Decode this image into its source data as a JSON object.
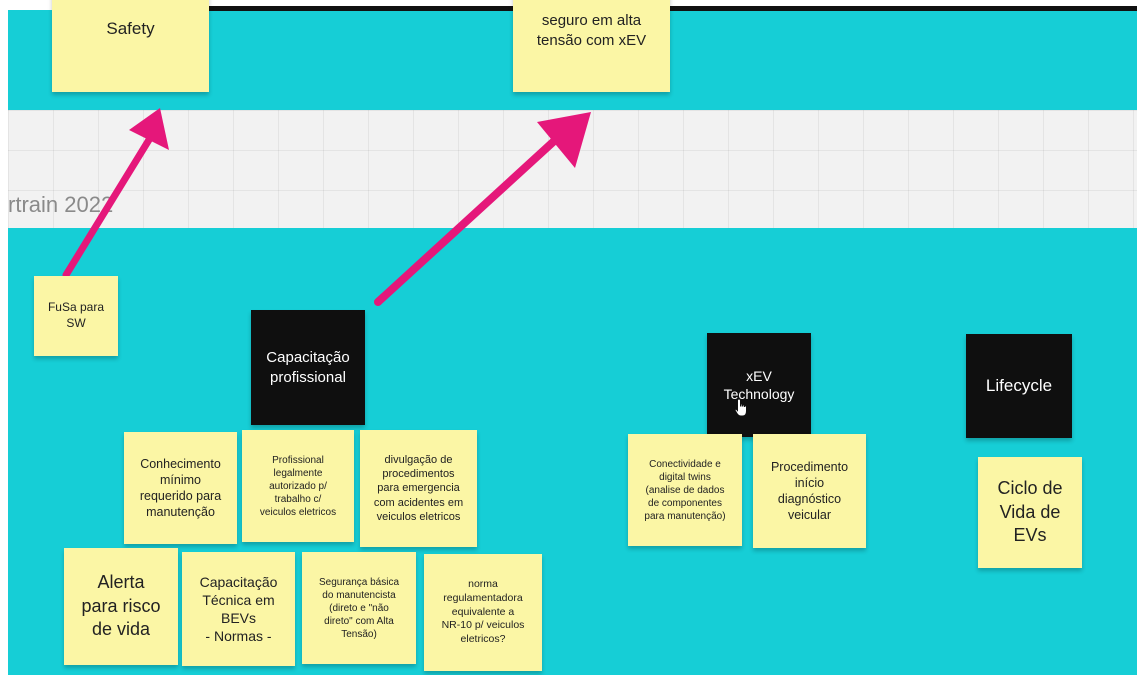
{
  "board": {
    "section_label": "rtrain 2022"
  },
  "notes_top": {
    "safety": "Safety",
    "seguro": "seguro em alta\ntensão com xEV"
  },
  "notes": {
    "fusa": "FuSa para\nSW",
    "capacitacao_profissional": "Capacitação\nprofissional",
    "xev_technology": "xEV\nTechnology",
    "lifecycle": "Lifecycle",
    "conhecimento": "Conhecimento\nmínimo\nrequerido para\nmanutenção",
    "profissional_legalmente": "Profissional\nlegalmente\nautorizado p/\ntrabalho c/\nveiculos eletricos",
    "divulgacao": "divulgação de\nprocedimentos\npara emergencia\ncom acidentes em\nveiculos eletricos",
    "conectividade": "Conectividade e\ndigital twins\n(analise de dados\nde componentes\npara manutenção)",
    "procedimento": "Procedimento\ninício\ndiagnóstico\nveicular",
    "ciclo_de_vida": "Ciclo de\nVida de\nEVs",
    "alerta": "Alerta\npara risco\nde vida",
    "capacitacao_tecnica": "Capacitação\nTécnica em\nBEVs\n- Normas -",
    "seguranca_basica": "Segurança básica\ndo manutencista\n(direto e \"não\ndireto\" com Alta\nTensão)",
    "norma": "norma\nregulamentadora\nequivalente a\nNR-10 p/ veiculos\neletricos?"
  },
  "colors": {
    "board": "#16ced6",
    "sticky": "#fbf6a5",
    "dark_sticky": "#0f0f0f",
    "arrow": "#e5177a"
  },
  "icons": {
    "cursor": "hand-pointer-icon"
  }
}
